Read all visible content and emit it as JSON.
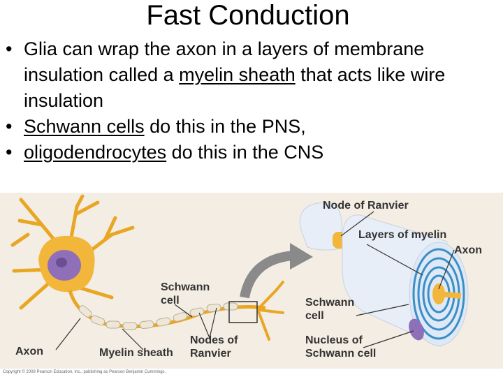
{
  "slide": {
    "title": "Fast Conduction",
    "bullets": [
      {
        "parts": [
          {
            "text": "Glia can wrap the axon in a layers of membrane insulation called a ",
            "u": false
          },
          {
            "text": "myelin sheath",
            "u": true
          },
          {
            "text": " that acts like wire insulation",
            "u": false
          }
        ]
      },
      {
        "parts": [
          {
            "text": "Schwann cells",
            "u": true
          },
          {
            "text": " do this in the PNS,",
            "u": false
          }
        ]
      },
      {
        "parts": [
          {
            "text": "oligodendrocytes",
            "u": true
          },
          {
            "text": " do this in the CNS",
            "u": false
          }
        ]
      }
    ],
    "bullet_glyph": "•"
  },
  "figure": {
    "labels": {
      "node_of_ranvier": "Node of Ranvier",
      "layers_of_myelin": "Layers of myelin",
      "axon_right": "Axon",
      "schwann_cell_left": "Schwann\ncell",
      "schwann_cell_right": "Schwann\ncell",
      "axon_left": "Axon",
      "myelin_sheath": "Myelin sheath",
      "nodes_of_ranvier": "Nodes of\nRanvier",
      "nucleus_of_schwann_cell": "Nucleus of\nSchwann cell"
    },
    "copyright": "Copyright © 2008 Pearson Education, Inc., publishing as Pearson Benjamin Cummings.",
    "colors": {
      "neuron": "#f2b73a",
      "sheath": "#e8eef8",
      "myelin_rings": "#3a8fc8",
      "nucleus": "#8f6fb8",
      "arrow": "#8a8a8a"
    }
  }
}
